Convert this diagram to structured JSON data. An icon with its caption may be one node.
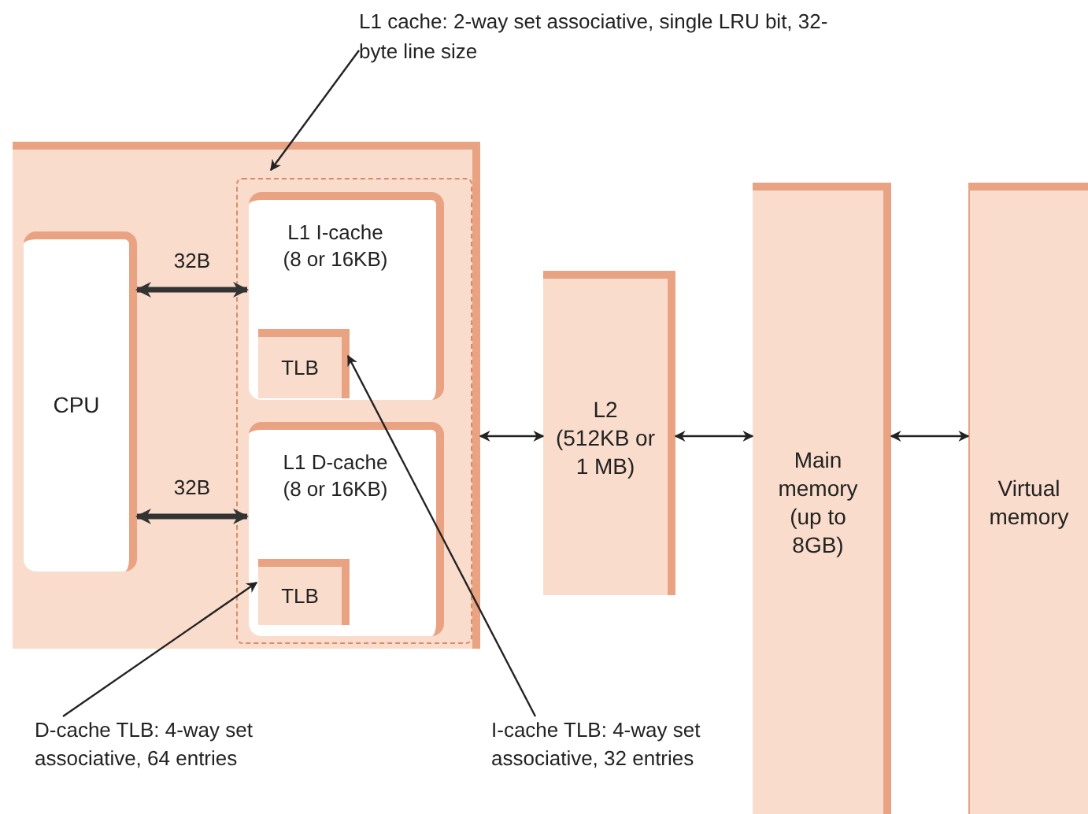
{
  "diagram": {
    "nodes": [
      {
        "text": [],
        "shape": "box"
      },
      {
        "text": [
          "CPU"
        ],
        "in": 0
      },
      {
        "text": [],
        "shape": "box",
        "in": 0
      },
      {
        "text": [
          "L1 I-cache (8 or 16KB)"
        ],
        "in": 2
      },
      {
        "text": [
          "TLB"
        ],
        "in": 3
      },
      {
        "text": [
          "L1 D-cache (8 or 16KB)"
        ],
        "in": 2
      },
      {
        "text": [
          "TLB"
        ],
        "in": 5
      },
      {
        "text": [
          "L2 (512KB or 1 MB)"
        ]
      },
      {
        "text": [
          "Main memory (up to 8GB)"
        ]
      },
      {
        "text": [
          "Virtual memory"
        ]
      },
      {
        "text": [
          "L1 cache: 2-way set associative, single LRU bit, 32-byte line size"
        ]
      },
      {
        "text": [
          "D-cache TLB: 4-way set associative, 64 entries"
        ]
      },
      {
        "text": [
          "I-cache TLB: 4-way set associative, 32 entries"
        ]
      }
    ],
    "edges": [
      {
        "from": 1,
        "to": 3,
        "arrow": "both",
        "label": "32B",
        "style": "thick"
      },
      {
        "from": 1,
        "to": 5,
        "arrow": "both",
        "label": "32B",
        "style": "thick"
      },
      {
        "from": 0,
        "to": 7,
        "arrow": "both"
      },
      {
        "from": 7,
        "to": 8,
        "arrow": "both"
      },
      {
        "from": 8,
        "to": 9,
        "arrow": "both"
      },
      {
        "from": 10,
        "to": 2,
        "arrow": "to"
      },
      {
        "from": 11,
        "to": 6,
        "arrow": "to"
      },
      {
        "from": 12,
        "to": 4,
        "arrow": "to"
      }
    ]
  }
}
